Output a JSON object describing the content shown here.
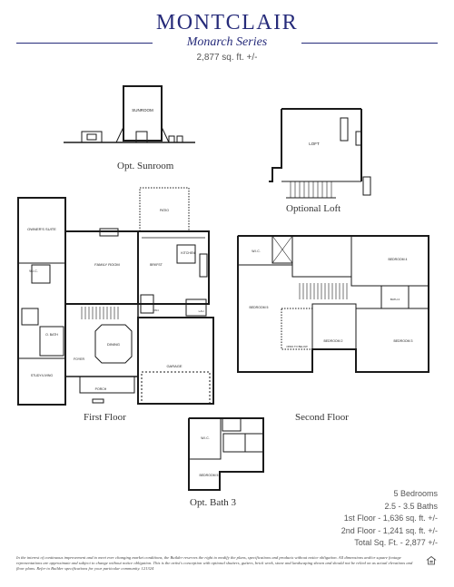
{
  "header": {
    "title": "MONTCLAIR",
    "series": "Monarch Series",
    "square_feet": "2,877 sq. ft. +/-"
  },
  "plans": {
    "sunroom": {
      "caption": "Opt. Sunroom",
      "room": "SUNROOM"
    },
    "loft": {
      "caption": "Optional Loft",
      "room": "LOFT"
    },
    "first_floor": {
      "caption": "First Floor",
      "rooms": {
        "owners_suite": "OWNER'S SUITE",
        "wic": "W.I.C.",
        "family_room": "FAMILY ROOM",
        "breakfast": "BRKFST",
        "kitchen": "KITCHEN",
        "patio": "PATIO",
        "pantry": "PAN.",
        "laundry": "LAU.",
        "dining": "DINING",
        "foyer": "FOYER",
        "garage": "GARAGE",
        "porch": "PORCH",
        "owners_bath": "O. BATH",
        "study": "STUDY/LIVING"
      }
    },
    "second_floor": {
      "caption": "Second Floor",
      "rooms": {
        "wic": "W.I.C.",
        "bedroom5": "BEDROOM 5",
        "bedroom4": "BEDROOM 4",
        "bedroom3": "BEDROOM 3",
        "bedroom2": "BEDROOM 2",
        "bath2": "BATH 2",
        "open_to_below": "OPEN TO BELOW"
      }
    },
    "opt_bath3": {
      "caption": "Opt. Bath 3",
      "rooms": {
        "wic": "W.I.C.",
        "bedroom5": "BEDROOM 5"
      }
    }
  },
  "stats": {
    "bedrooms": "5 Bedrooms",
    "baths": "2.5 - 3.5 Baths",
    "first_floor": "1st Floor - 1,636 sq. ft. +/-",
    "second_floor": "2nd Floor - 1,241 sq. ft. +/-",
    "total": "Total Sq. Ft. - 2,877 +/-"
  },
  "footer": {
    "disclaimer": "In the interest of continuous improvement and to meet ever changing market conditions, the Builder reserves the right to modify the plans, specifications and products without notice obligation. All dimensions and/or square footage representations are approximate and subject to change without notice obligation. This is the artist's conception with optional shutters, gutters, brick work, stone and landscaping shown and should not be relied on as actual elevations and floor plans. Refer to Builder specifications for your particular community. 121324"
  },
  "colors": {
    "accent": "#262b7a",
    "line": "#1a1a1a"
  }
}
